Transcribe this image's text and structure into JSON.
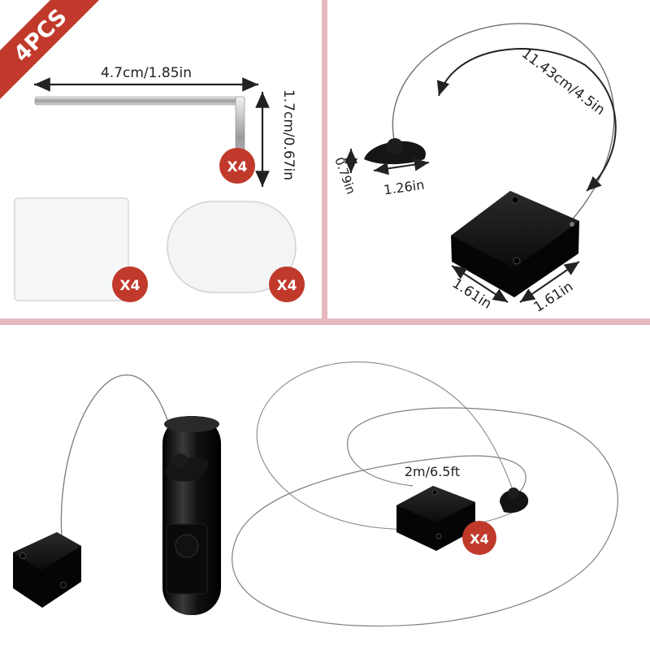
{
  "corner_banner": {
    "label": "4PCS"
  },
  "colors": {
    "accent": "#c0392b",
    "divider": "#e7b9bf",
    "device": "#111111"
  },
  "quantity_badges": [
    "X4",
    "X4",
    "X4",
    "X4"
  ],
  "panel_tl": {
    "wrench_length": "4.7cm/1.85in",
    "wrench_height": "1.7cm/0.67in"
  },
  "panel_tr": {
    "cable_length": "11.43cm/4.5in",
    "clip_height": "0.79in",
    "clip_width": "1.26in",
    "box_width": "1.61in",
    "box_depth": "1.61in"
  },
  "panel_bottom": {
    "cable_total": "2m/6.5ft"
  }
}
